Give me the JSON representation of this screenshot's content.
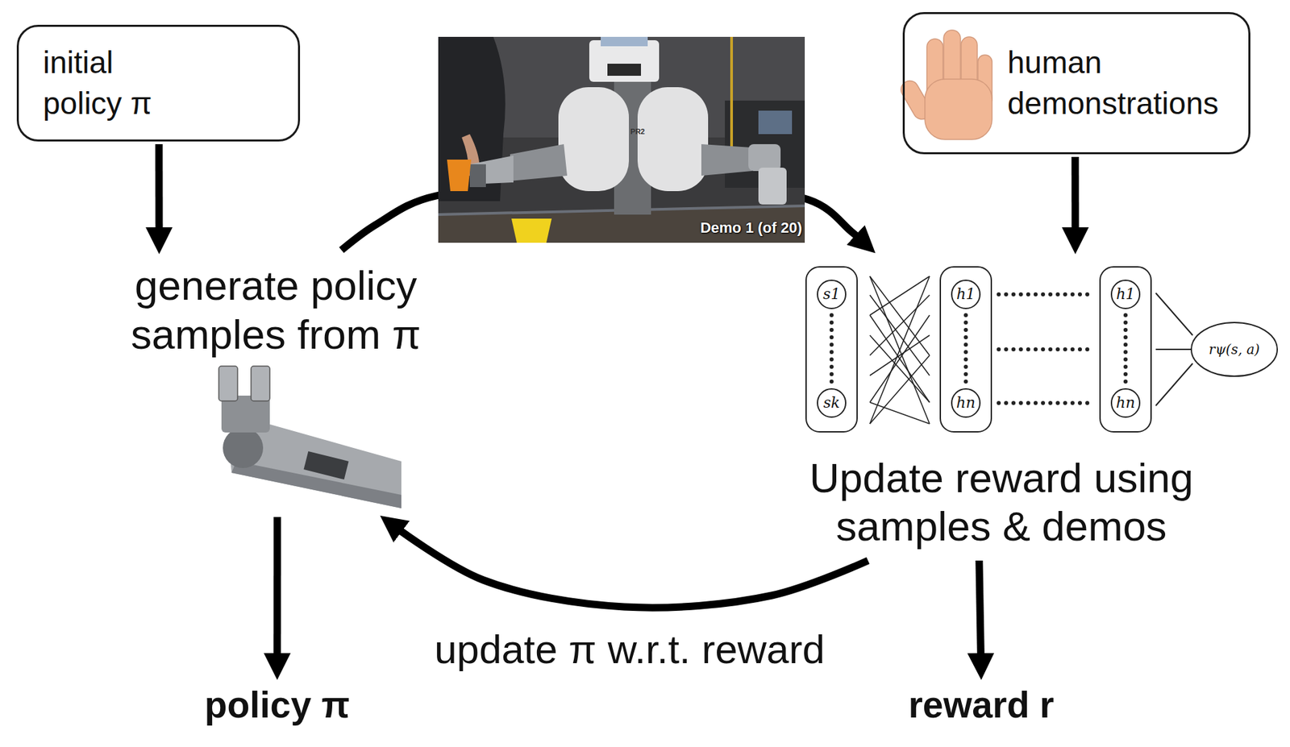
{
  "diagram": {
    "nodes": [
      {
        "text": [
          "initial policy π"
        ]
      },
      {
        "text": [
          "human demonstrations"
        ]
      },
      {
        "text": [
          "generate policy samples from π"
        ]
      },
      {
        "text": [
          "Update reward using samples & demos"
        ]
      },
      {
        "text": [
          "policy π"
        ]
      },
      {
        "text": [
          "reward r"
        ]
      }
    ],
    "edges": [
      {
        "from": 0,
        "to": 2,
        "arrow": "to"
      },
      {
        "from": 2,
        "to": 3,
        "arrow": "to"
      },
      {
        "from": 1,
        "to": 3,
        "arrow": "to"
      },
      {
        "from": 3,
        "to": 2,
        "label": "update π w.r.t. reward",
        "arrow": "to"
      },
      {
        "from": 2,
        "to": 4,
        "arrow": "to"
      },
      {
        "from": 3,
        "to": 5,
        "arrow": "to"
      }
    ],
    "labels": [
      "PR2",
      "Demo 1 (of 20)",
      "s1",
      "sk",
      "h1",
      "hn",
      "h1",
      "hn",
      "rψ(s, a)"
    ]
  }
}
